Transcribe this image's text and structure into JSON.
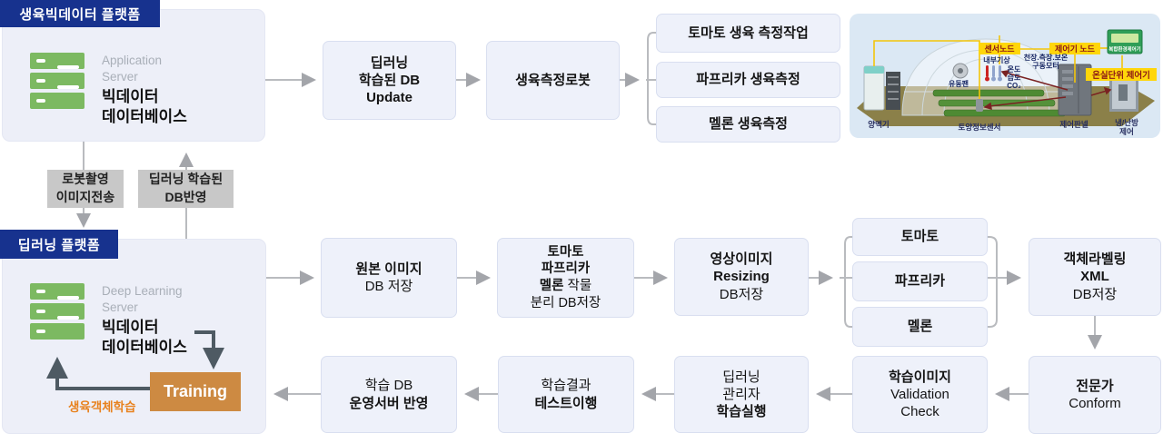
{
  "colors": {
    "accent_navy": "#17328e",
    "platform_bg": "#edeff8",
    "node_bg": "#eef1fa",
    "node_border": "#d9dff0",
    "arrow_gray": "#b3b5ba",
    "server_green": "#7cb961",
    "transfer_label_bg": "#c8c8c8",
    "training_orange": "#cd8a42",
    "training_note_orange": "#e8821e",
    "dark_arrow": "#4e5a63",
    "greenhouse_bg": "#dbe8f4",
    "ground_olive": "#8b8049",
    "label_yellow": "#ffd60a",
    "label_red_text": "#8b1616"
  },
  "top_platform": {
    "title": "생육빅데이터 플랫폼",
    "server_type_1": "Application",
    "server_type_2": "Server",
    "server_name_1": "빅데이터",
    "server_name_2": "데이터베이스"
  },
  "bottom_platform": {
    "title": "딥러닝 플랫폼",
    "server_type_1": "Deep Learning",
    "server_type_2": "Server",
    "server_name_1": "빅데이터",
    "server_name_2": "데이터베이스",
    "training": "Training",
    "training_note": "생육객체학습"
  },
  "transfer": {
    "down_1": "로봇촬영",
    "down_2": "이미지전송",
    "up_1": "딥러닝 학습된",
    "up_2": "DB반영"
  },
  "top_flow": {
    "db_update": {
      "l1": "딥러닝",
      "l2": "학습된 DB",
      "l3": "Update"
    },
    "robot": "생육측정로봇",
    "branches": [
      "토마토 생육 측정작업",
      "파프리카 생육측정",
      "멜론 생육측정"
    ]
  },
  "mid_flow": {
    "original": {
      "l1": "원본 이미지",
      "l2": "DB 저장"
    },
    "crops": {
      "l1": "토마토",
      "l2": "파프리카",
      "l3b": "멜론",
      "l3r": " 작물",
      "l4": "분리 DB저장"
    },
    "resizing": {
      "l1": "영상이미지",
      "l2": "Resizing",
      "l3": "DB저장"
    },
    "branches": [
      "토마토",
      "파프리카",
      "멜론"
    ],
    "labeling": {
      "l1": "객체라벨링",
      "l2": "XML",
      "l3": "DB저장"
    },
    "expert": {
      "l1": "전문가",
      "l2": "Conform"
    }
  },
  "bottom_flow": {
    "validation": {
      "l1": "학습이미지",
      "l2": "Validation",
      "l3": "Check"
    },
    "execute": {
      "l1": "딥러닝",
      "l2": "관리자",
      "l3": "학습실행"
    },
    "test": {
      "l1": "학습결과",
      "l2": "테스트이행"
    },
    "deploy": {
      "l1": "학습 DB",
      "l2": "운영서버 반영"
    }
  },
  "greenhouse": {
    "sensor_node": "센서노드",
    "controller_node": "제어기 노드",
    "unit_controller": "온실단위 제어기",
    "device": "복합환경제어기",
    "inner_weather": "내부기상",
    "motor_1": "천장.측장.보온",
    "motor_2": "구동모터",
    "temp": "온도",
    "humidity": "습도",
    "co2": "CO₂",
    "fan": "유동팬",
    "nutrient": "양액기",
    "soil_sensor": "토양정보센서",
    "panel": "제어판넬",
    "hvac_1": "냉/난방",
    "hvac_2": "제어"
  }
}
